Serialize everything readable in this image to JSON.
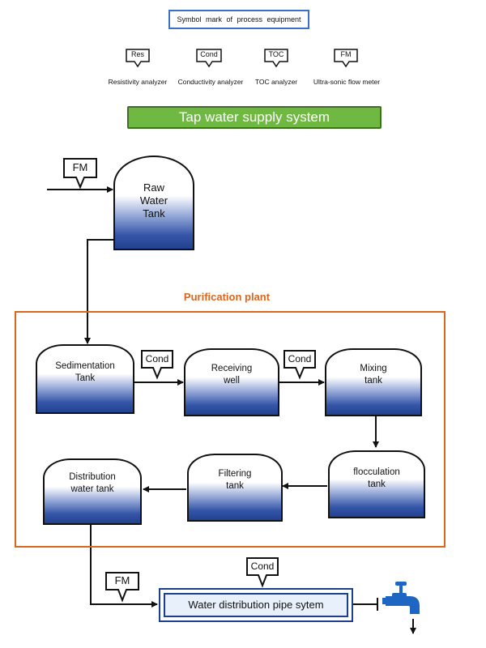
{
  "legend": {
    "title": "Symbol mark of process equipment",
    "symbols": [
      {
        "code": "Res",
        "caption": "Resistivity analyzer"
      },
      {
        "code": "Cond",
        "caption": "Conductivity analyzer"
      },
      {
        "code": "TOC",
        "caption": "TOC analyzer"
      },
      {
        "code": "FM",
        "caption": "Ultra-sonic flow meter"
      }
    ]
  },
  "banner": "Tap water supply system",
  "raw_tank": {
    "line1": "Raw",
    "line2": "Water",
    "line3": "Tank"
  },
  "plant_title": "Purification plant",
  "tanks": {
    "sedimentation": {
      "line1": "Sedimentation",
      "line2": "Tank"
    },
    "receiving": {
      "line1": "Receiving",
      "line2": "well"
    },
    "mixing": {
      "line1": "Mixing",
      "line2": "tank"
    },
    "flocculation": {
      "line1": "flocculation",
      "line2": "tank"
    },
    "filtering": {
      "line1": "Filtering",
      "line2": "tank"
    },
    "distribution": {
      "line1": "Distribution",
      "line2": "water  tank"
    }
  },
  "instruments": {
    "fm": "FM",
    "cond": "Cond"
  },
  "pipe_system": "Water distribution pipe sytem",
  "colors": {
    "banner": "#6fb842",
    "plant_border": "#d9661f",
    "water": "#22418f",
    "legend_border": "#3b6fc9"
  }
}
